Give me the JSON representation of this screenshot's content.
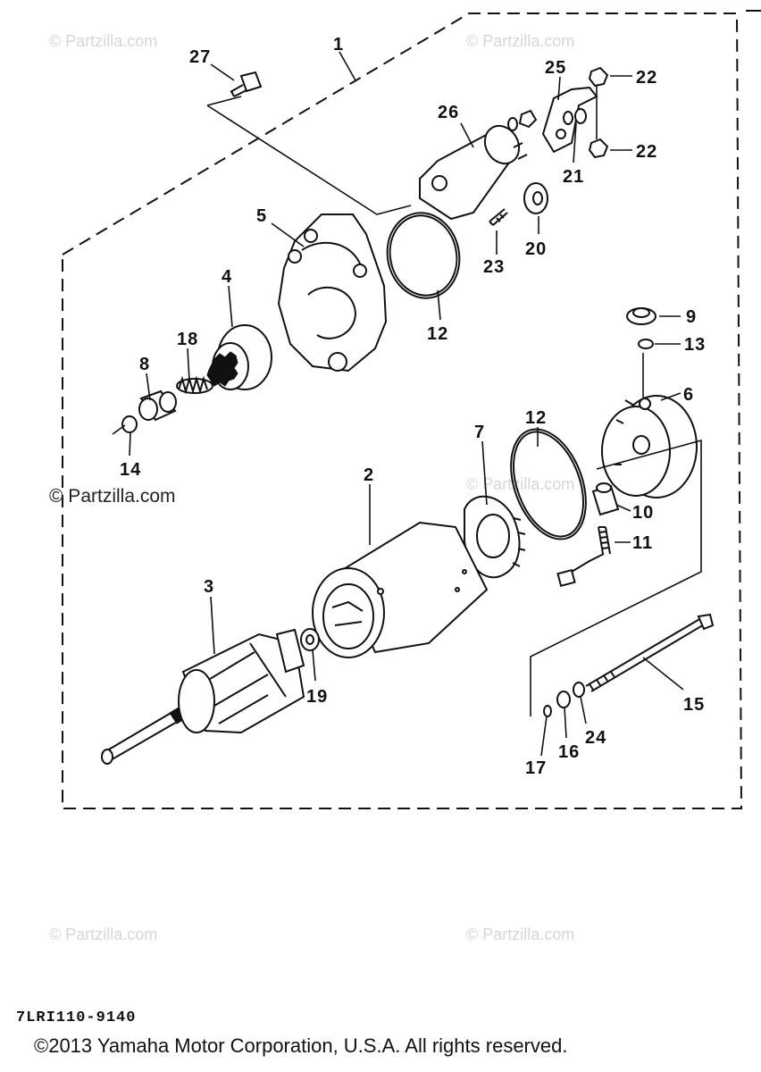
{
  "watermark": "© Partzilla.com",
  "callouts": {
    "c1": "1",
    "c2": "2",
    "c3": "3",
    "c4": "4",
    "c5": "5",
    "c6": "6",
    "c7": "7",
    "c8": "8",
    "c9": "9",
    "c10": "10",
    "c11": "11",
    "c12a": "12",
    "c12b": "12",
    "c13": "13",
    "c14": "14",
    "c15": "15",
    "c16": "16",
    "c17": "17",
    "c18": "18",
    "c19": "19",
    "c20": "20",
    "c21": "21",
    "c22a": "22",
    "c22b": "22",
    "c23": "23",
    "c24": "24",
    "c25": "25",
    "c26": "26",
    "c27": "27"
  },
  "diagram_code": "7LRI110-9140",
  "copyright": "©2013 Yamaha Motor Corporation, U.S.A. All rights reserved."
}
